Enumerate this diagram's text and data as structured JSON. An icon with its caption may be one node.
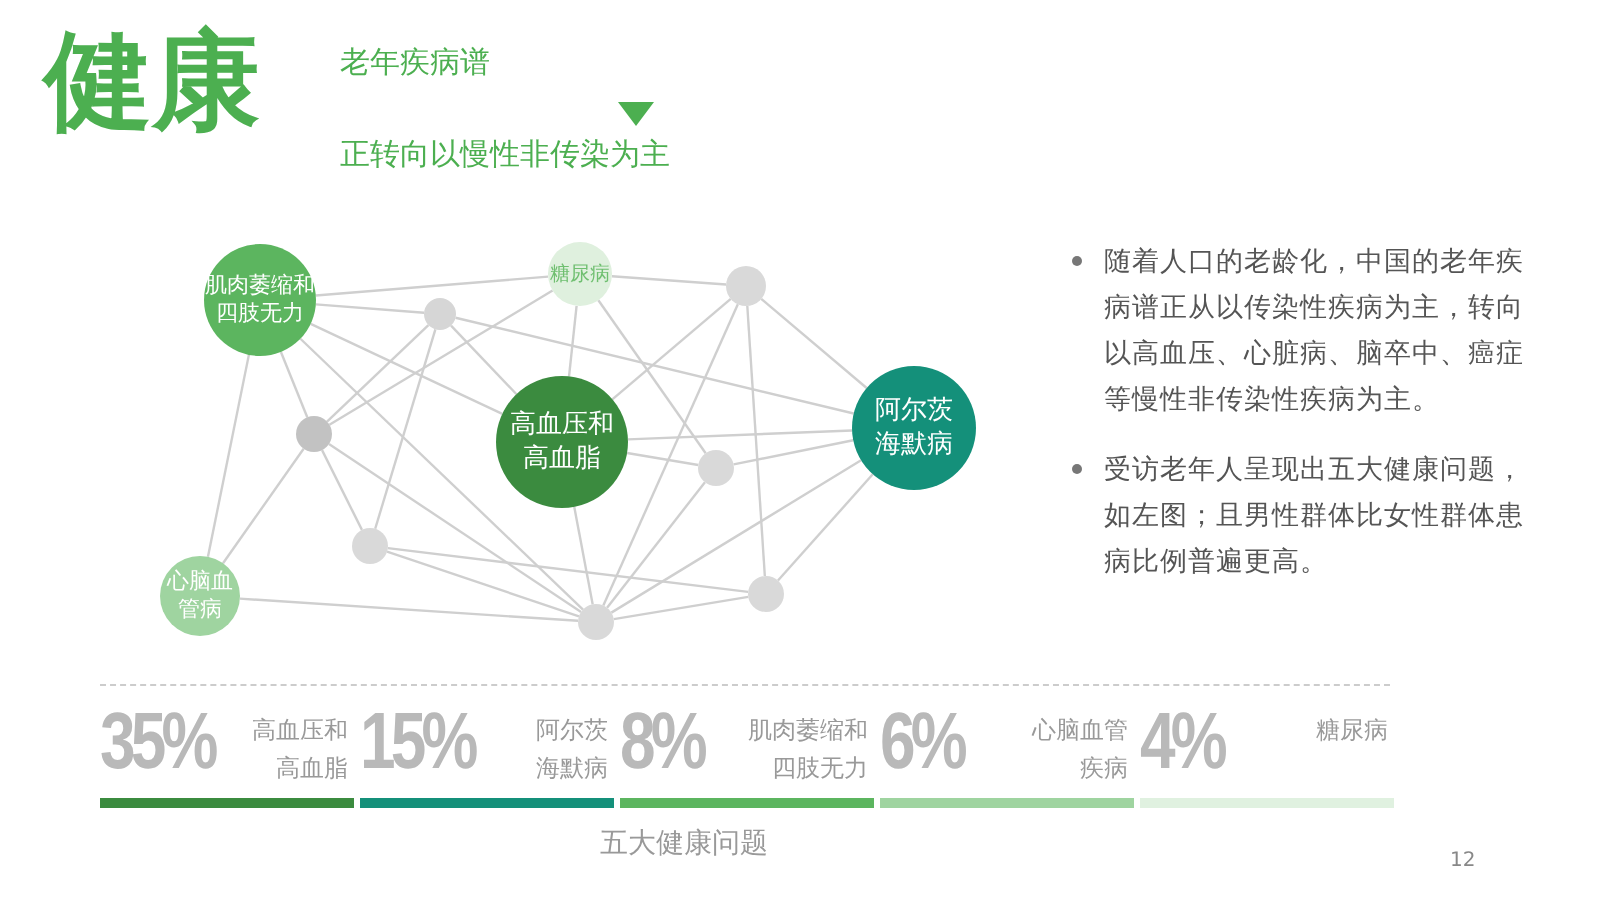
{
  "diagram": {
    "title": "健康",
    "caption": "五大健康问题",
    "nodes": [
      {
        "text": [
          "肌肉萎缩和四肢无力"
        ]
      },
      {
        "text": [
          "糖尿病"
        ]
      },
      {
        "text": [],
        "shape": "circle"
      },
      {
        "text": [],
        "shape": "circle"
      },
      {
        "text": [],
        "shape": "circle"
      },
      {
        "text": [
          "高血压和高血脂"
        ]
      },
      {
        "text": [
          "阿尔茨海默病"
        ]
      },
      {
        "text": [],
        "shape": "circle"
      },
      {
        "text": [],
        "shape": "circle"
      },
      {
        "text": [
          "心脑血管病"
        ]
      },
      {
        "text": [],
        "shape": "circle"
      },
      {
        "text": [],
        "shape": "circle"
      }
    ],
    "edges": [
      {
        "from": 0,
        "to": 1,
        "arrow": "none"
      },
      {
        "from": 0,
        "to": 2,
        "arrow": "none"
      },
      {
        "from": 0,
        "to": 5,
        "arrow": "none"
      },
      {
        "from": 0,
        "to": 4,
        "arrow": "none"
      },
      {
        "from": 0,
        "to": 9,
        "arrow": "none"
      },
      {
        "from": 0,
        "to": 11,
        "arrow": "none"
      },
      {
        "from": 2,
        "to": 4,
        "arrow": "none"
      },
      {
        "from": 2,
        "to": 8,
        "arrow": "none"
      },
      {
        "from": 2,
        "to": 5,
        "arrow": "none"
      },
      {
        "from": 2,
        "to": 6,
        "arrow": "none"
      },
      {
        "from": 4,
        "to": 1,
        "arrow": "none"
      },
      {
        "from": 4,
        "to": 9,
        "arrow": "none"
      },
      {
        "from": 4,
        "to": 8,
        "arrow": "none"
      },
      {
        "from": 4,
        "to": 11,
        "arrow": "none"
      },
      {
        "from": 8,
        "to": 11,
        "arrow": "none"
      },
      {
        "from": 8,
        "to": 10,
        "arrow": "none"
      },
      {
        "from": 11,
        "to": 7,
        "arrow": "none"
      },
      {
        "from": 9,
        "to": 11,
        "arrow": "none"
      },
      {
        "from": 1,
        "to": 5,
        "arrow": "none"
      },
      {
        "from": 1,
        "to": 3,
        "arrow": "none"
      },
      {
        "from": 1,
        "to": 7,
        "arrow": "none"
      },
      {
        "from": 3,
        "to": 5,
        "arrow": "none"
      },
      {
        "from": 3,
        "to": 6,
        "arrow": "none"
      },
      {
        "from": 3,
        "to": 11,
        "arrow": "none"
      },
      {
        "from": 3,
        "to": 10,
        "arrow": "none"
      },
      {
        "from": 5,
        "to": 6,
        "arrow": "none"
      },
      {
        "from": 5,
        "to": 7,
        "arrow": "none"
      },
      {
        "from": 5,
        "to": 11,
        "arrow": "none"
      },
      {
        "from": 6,
        "to": 7,
        "arrow": "none"
      },
      {
        "from": 6,
        "to": 11,
        "arrow": "none"
      },
      {
        "from": 6,
        "to": 10,
        "arrow": "none"
      },
      {
        "from": 10,
        "to": 11,
        "arrow": "none"
      }
    ],
    "labels": [
      "老年疾病谱",
      "正转向以慢性非传染为主",
      "随着人口的老龄化，中国的老年疾病谱正从以传染性疾病为主，转向以高血压、心脏病、脑卒中、癌症等慢性非传染性疾病为主。",
      "受访老年人呈现出五大健康问题，如左图；且男性群体比女性群体患病比例普遍更高。",
      "35%",
      "15%",
      "8%",
      "6%",
      "4%",
      "12"
    ],
    "legend": [
      {
        "text": "高血压和高血脂",
        "color": "#3b8b3f"
      },
      {
        "text": "阿尔茨海默病",
        "color": "#14907a"
      },
      {
        "text": "肌肉萎缩和四肢无力",
        "color": "#5cb55f"
      },
      {
        "text": "心脑血管疾病",
        "color": "#9fd4a0"
      },
      {
        "text": "糖尿病",
        "color": "#e0f1e0"
      }
    ]
  }
}
